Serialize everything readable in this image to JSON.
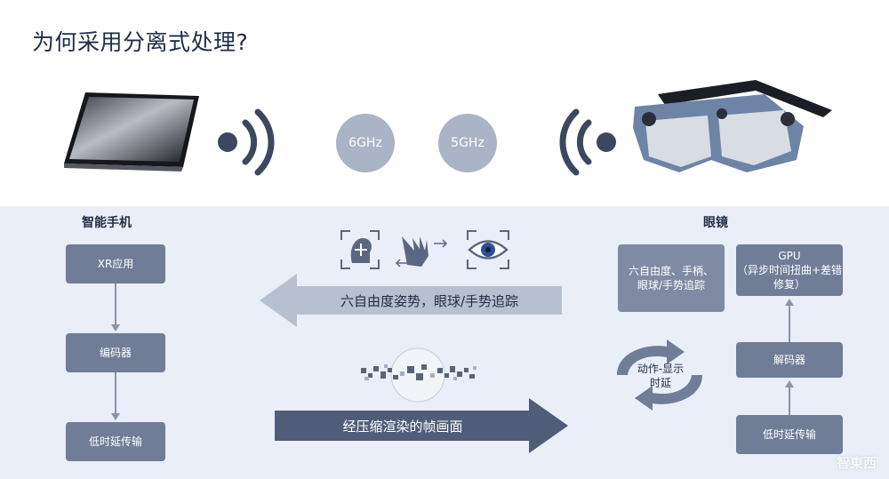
{
  "title": "为何采用分离式处理?",
  "top": {
    "freq_left": "6GHz",
    "freq_right": "5GHz"
  },
  "phone_section": {
    "label": "智能手机",
    "boxes": [
      "XR应用",
      "编码器",
      "低时延传输"
    ]
  },
  "glasses_section": {
    "label": "眼镜",
    "tracking_box": "六自由度、手柄、眼球/手势追踪",
    "gpu_title": "GPU",
    "gpu_sub": "（异步时间扭曲+差错修复）",
    "decoder_box": "解码器",
    "low_box": "低时延传输",
    "cycle_label": "动作-显示时延"
  },
  "middle": {
    "upper_arrow_label": "六自由度姿势，眼球/手势追踪",
    "lower_arrow_label": "经压缩渲染的帧画面"
  },
  "watermark": "智東西",
  "colors": {
    "panel_bg": "#e9eef8",
    "box": "#6f7d97",
    "upper_arrow": "#b6c0d0",
    "lower_arrow": "#4f5d78"
  }
}
